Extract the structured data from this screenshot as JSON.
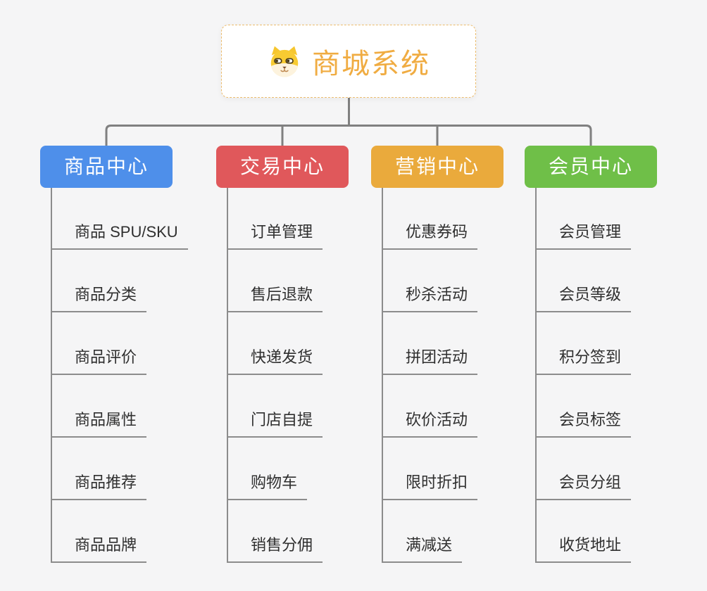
{
  "root": {
    "title": "商城系统",
    "icon": "shiba-dog-icon"
  },
  "branches": [
    {
      "label": "商品中心",
      "color": "#4E8FEA",
      "items": [
        "商品 SPU/SKU",
        "商品分类",
        "商品评价",
        "商品属性",
        "商品推荐",
        "商品品牌"
      ]
    },
    {
      "label": "交易中心",
      "color": "#E0585B",
      "items": [
        "订单管理",
        "售后退款",
        "快递发货",
        "门店自提",
        "购物车",
        "销售分佣"
      ]
    },
    {
      "label": "营销中心",
      "color": "#EAAA3C",
      "items": [
        "优惠券码",
        "秒杀活动",
        "拼团活动",
        "砍价活动",
        "限时折扣",
        "满减送"
      ]
    },
    {
      "label": "会员中心",
      "color": "#6FBF48",
      "items": [
        "会员管理",
        "会员等级",
        "积分签到",
        "会员标签",
        "会员分组",
        "收货地址"
      ]
    }
  ],
  "colors": {
    "background": "#F5F5F6",
    "connector": "#808080",
    "item_line": "#8C8C8C",
    "item_text": "#2F2F2F",
    "root_border": "#ECBC6D",
    "root_title": "#F0AC42"
  }
}
